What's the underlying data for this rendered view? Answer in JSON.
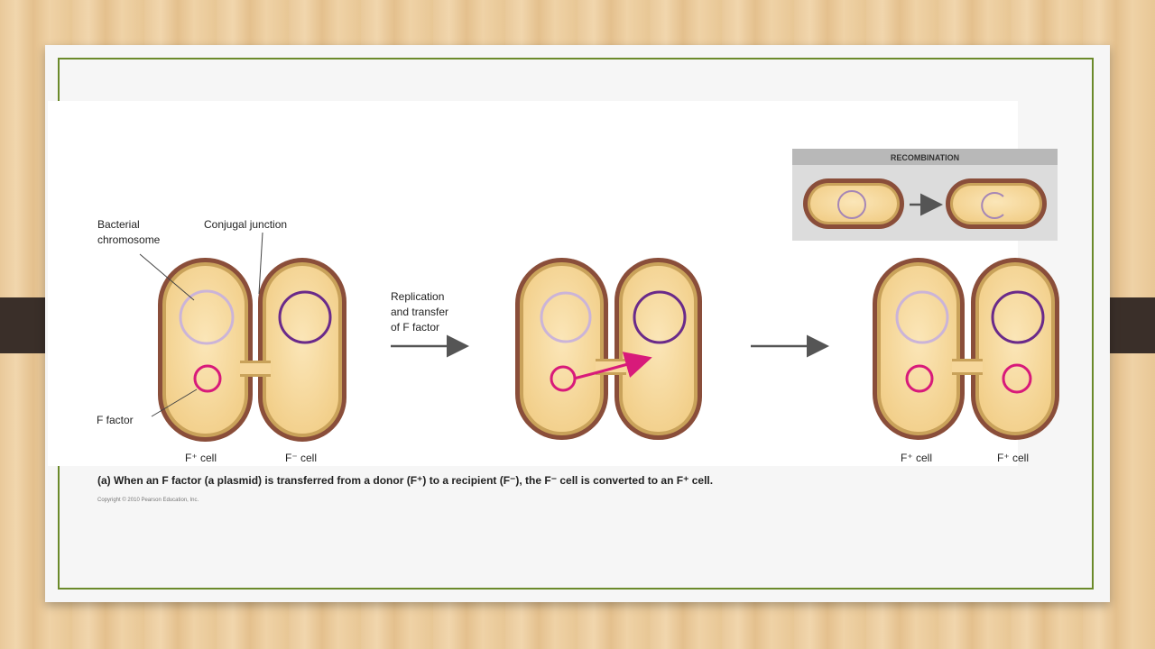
{
  "figure": {
    "labels": {
      "bacterial_chromosome_line1": "Bacterial",
      "bacterial_chromosome_line2": "chromosome",
      "conjugal_junction": "Conjugal junction",
      "f_factor": "F factor",
      "f_plus_cell": "F⁺ cell",
      "f_minus_cell": "F⁻ cell",
      "replication_line1": "Replication",
      "replication_line2": "and transfer",
      "replication_line3": "of F factor",
      "recombination": "RECOMBINATION"
    },
    "caption": "(a) When an F factor (a plasmid) is transferred from a donor (F⁺) to a recipient (F⁻), the F⁻ cell is converted to an F⁺ cell.",
    "copyright": "Copyright © 2010 Pearson Education, Inc."
  },
  "colors": {
    "cell_outer": "#8a4e3a",
    "cell_rim": "#c9a25a",
    "cell_inner": "#f6d79b",
    "donor_chromosome": "#cbb4d8",
    "recipient_chromosome": "#6a2a8a",
    "f_factor": "#d81a7a",
    "slide_border": "#6b8a2a"
  }
}
